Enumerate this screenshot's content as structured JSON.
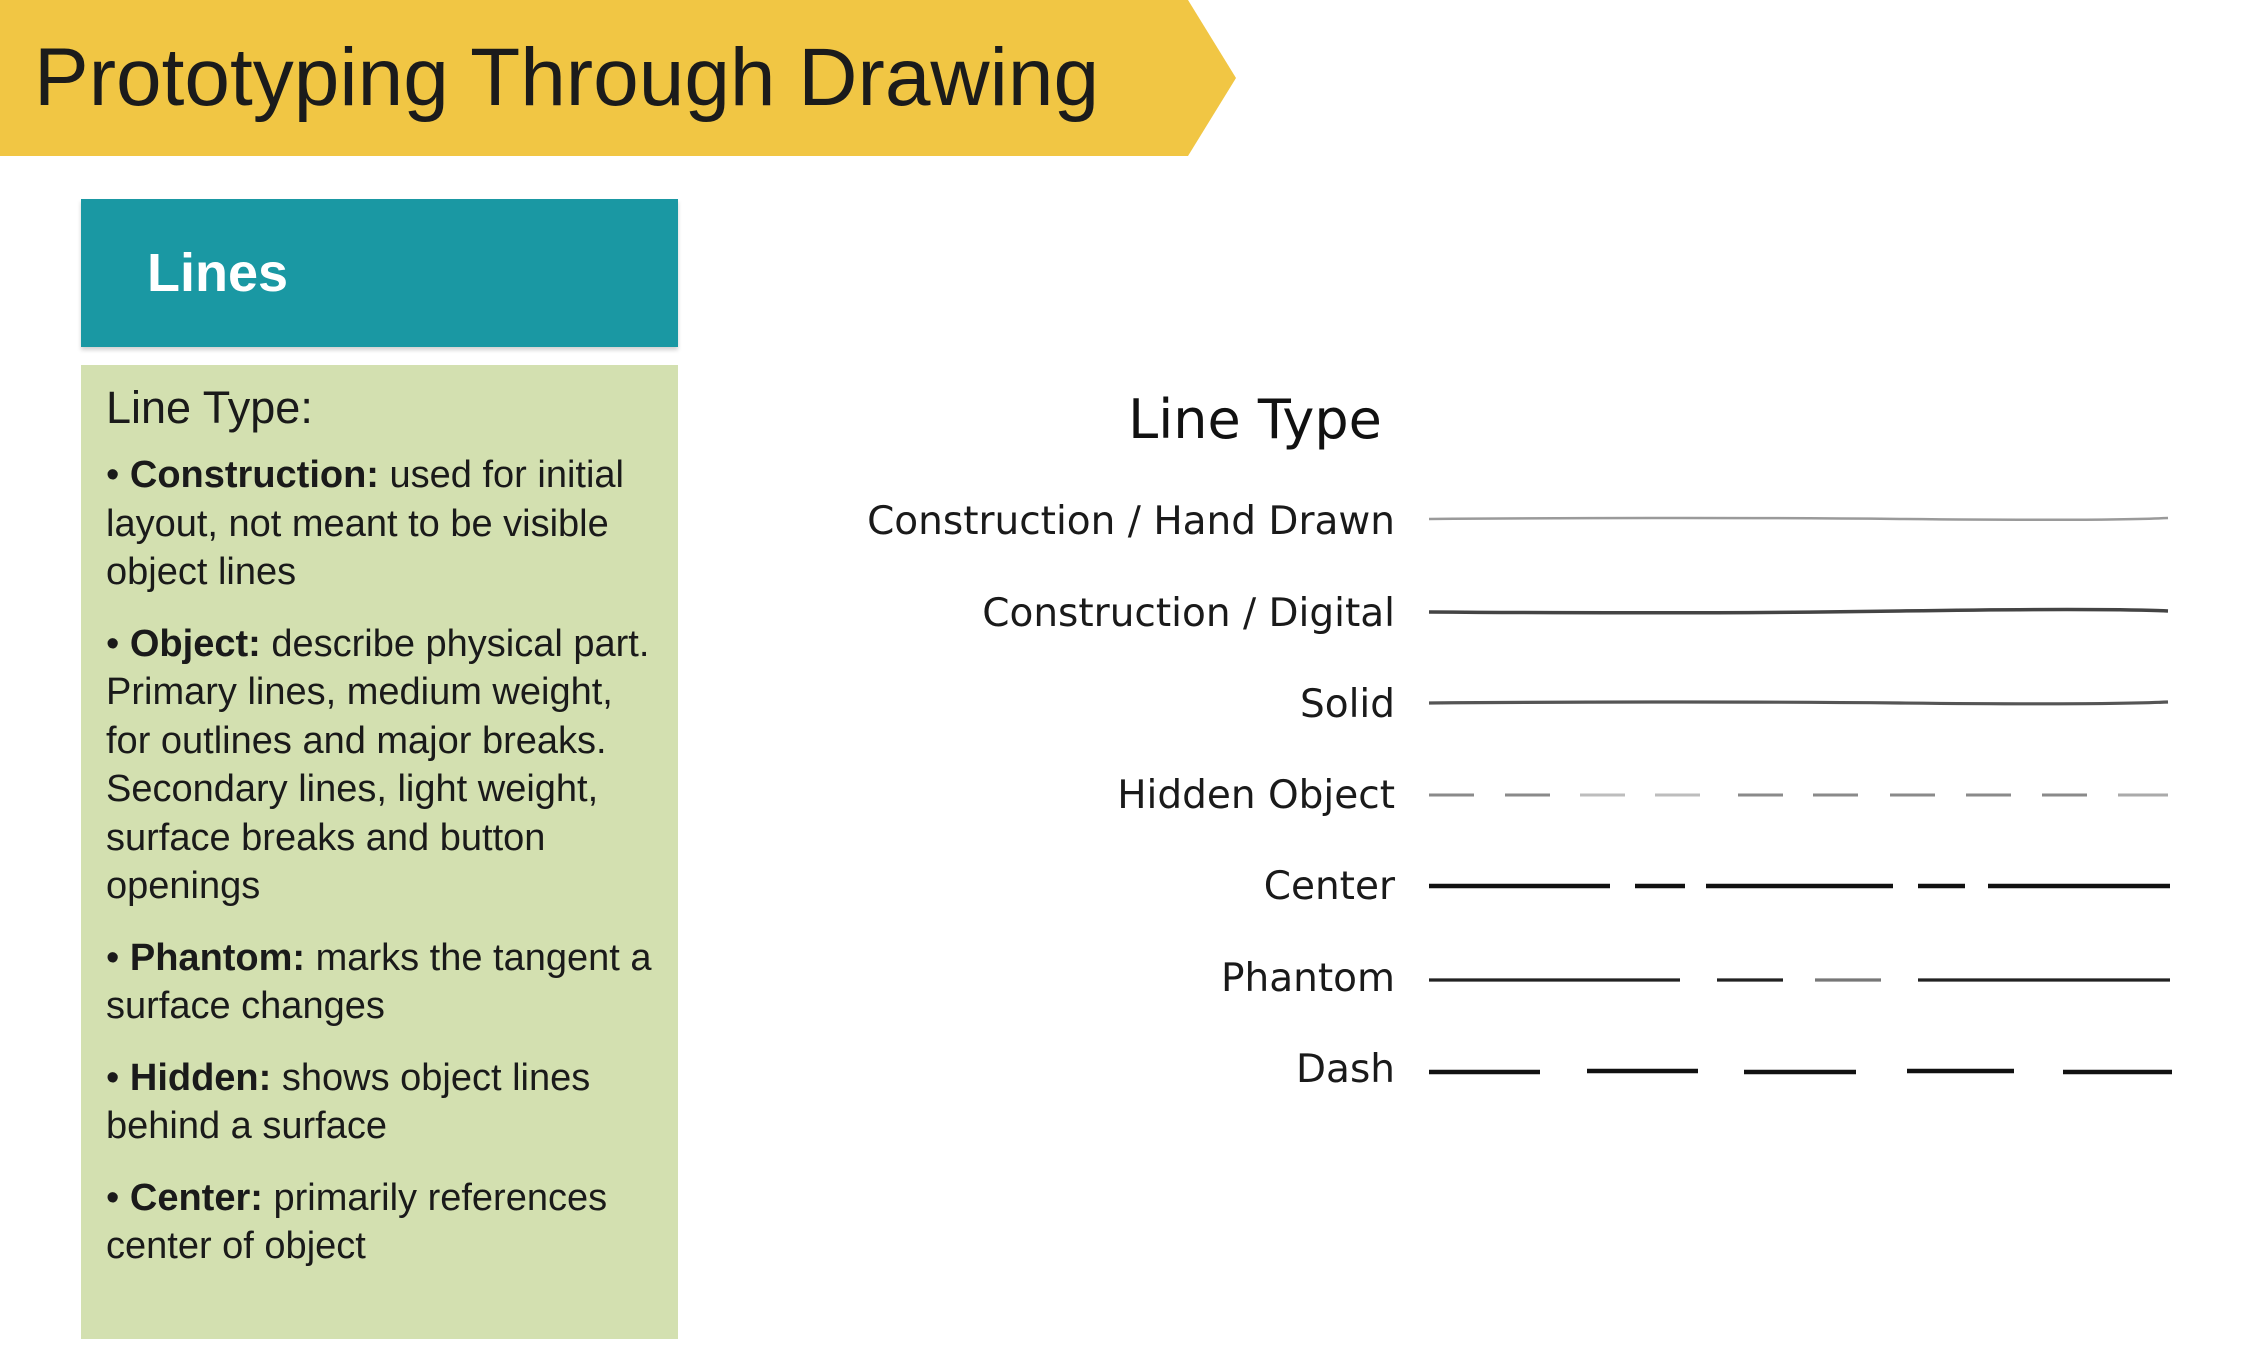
{
  "header": {
    "title": "Prototyping Through Drawing",
    "banner_color": "#f1c644"
  },
  "section": {
    "title": "Lines",
    "header_color": "#1a98a3",
    "panel_color": "#d3e0b0"
  },
  "panel": {
    "heading": "Line Type:",
    "bullets": [
      {
        "term": "Construction:",
        "text": " used for initial layout, not meant to be visible object lines"
      },
      {
        "term": "Object:",
        "text": " describe physical part. Primary lines, medium weight, for outlines and major breaks. Secondary lines, light weight, surface breaks and button openings"
      },
      {
        "term": "Phantom:",
        "text": " marks the tangent a surface changes"
      },
      {
        "term": "Hidden:",
        "text": " shows object lines behind a surface"
      },
      {
        "term": "Center:",
        "text": " primarily references center of object"
      }
    ]
  },
  "diagram": {
    "title": "Line Type",
    "lines": [
      {
        "label": "Construction / Hand Drawn",
        "style": "construction-hand"
      },
      {
        "label": "Construction / Digital",
        "style": "construction-digital"
      },
      {
        "label": "Solid",
        "style": "solid"
      },
      {
        "label": "Hidden Object",
        "style": "hidden"
      },
      {
        "label": "Center",
        "style": "center"
      },
      {
        "label": "Phantom",
        "style": "phantom"
      },
      {
        "label": "Dash",
        "style": "dash"
      }
    ]
  }
}
